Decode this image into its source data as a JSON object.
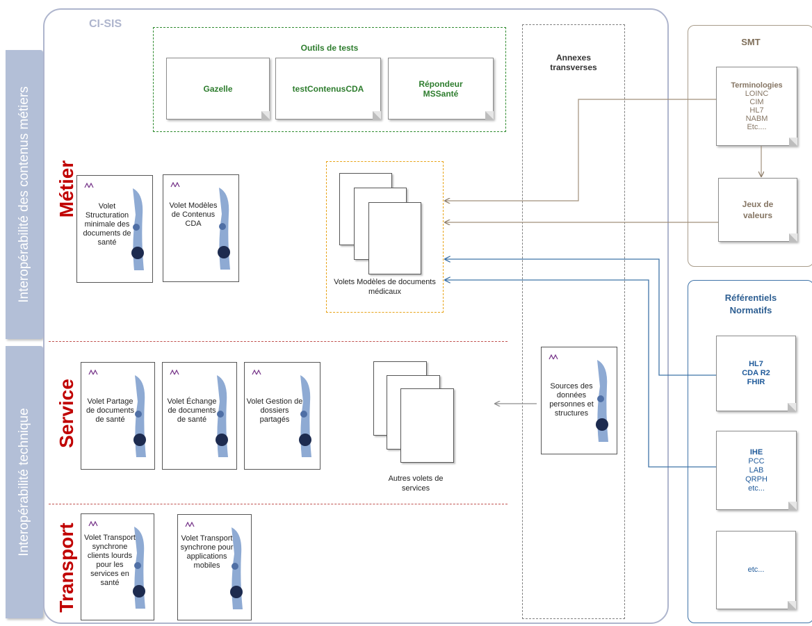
{
  "side_tabs": {
    "top": "Interopérabilité des contenus métiers",
    "bottom": "Interopérabilité technique"
  },
  "layers": {
    "metier": "Métier",
    "service": "Service",
    "transport": "Transport"
  },
  "ci_sis": {
    "title": "CI-SIS",
    "tools": {
      "title": "Outils de tests",
      "items": [
        "Gazelle",
        "testContenusCDA",
        "Répondeur MSSanté"
      ]
    },
    "metier_docs": [
      "Volet Structuration minimale des documents de santé",
      "Volet Modèles de Contenus CDA"
    ],
    "medical_models_caption": "Volets Modèles de documents médicaux",
    "service_docs": [
      "Volet Partage de documents de santé",
      "Volet Échange de documents de santé",
      "Volet Gestion de dossiers partagés"
    ],
    "other_services_caption": "Autres volets de services",
    "transport_docs": [
      "Volet Transport synchrone clients lourds pour les services en santé",
      "Volet Transport synchrone pour applications mobiles"
    ],
    "annexes": {
      "title": "Annexes transverses",
      "source_doc": "Sources des données personnes et structures"
    }
  },
  "smt": {
    "title": "SMT",
    "terminologies": {
      "title": "Terminologies",
      "items": [
        "LOINC",
        "CIM",
        "HL7",
        "NABM",
        "Etc...."
      ]
    },
    "jeux": "Jeux de valeurs"
  },
  "referentiels": {
    "title": "Référentiels Normatifs",
    "box1": {
      "bold": [
        "HL7",
        "CDA R2",
        "FHIR"
      ]
    },
    "box2": {
      "bold": "IHE",
      "items": [
        "PCC",
        "LAB",
        "QRPH",
        "etc..."
      ]
    },
    "box3": "etc..."
  },
  "colors": {
    "accent_red": "#c00000",
    "tools_green": "#2e7d2e",
    "smt_brown": "#857563",
    "ref_blue": "#1f5a9a",
    "tab_blue": "#b3bfd7"
  }
}
